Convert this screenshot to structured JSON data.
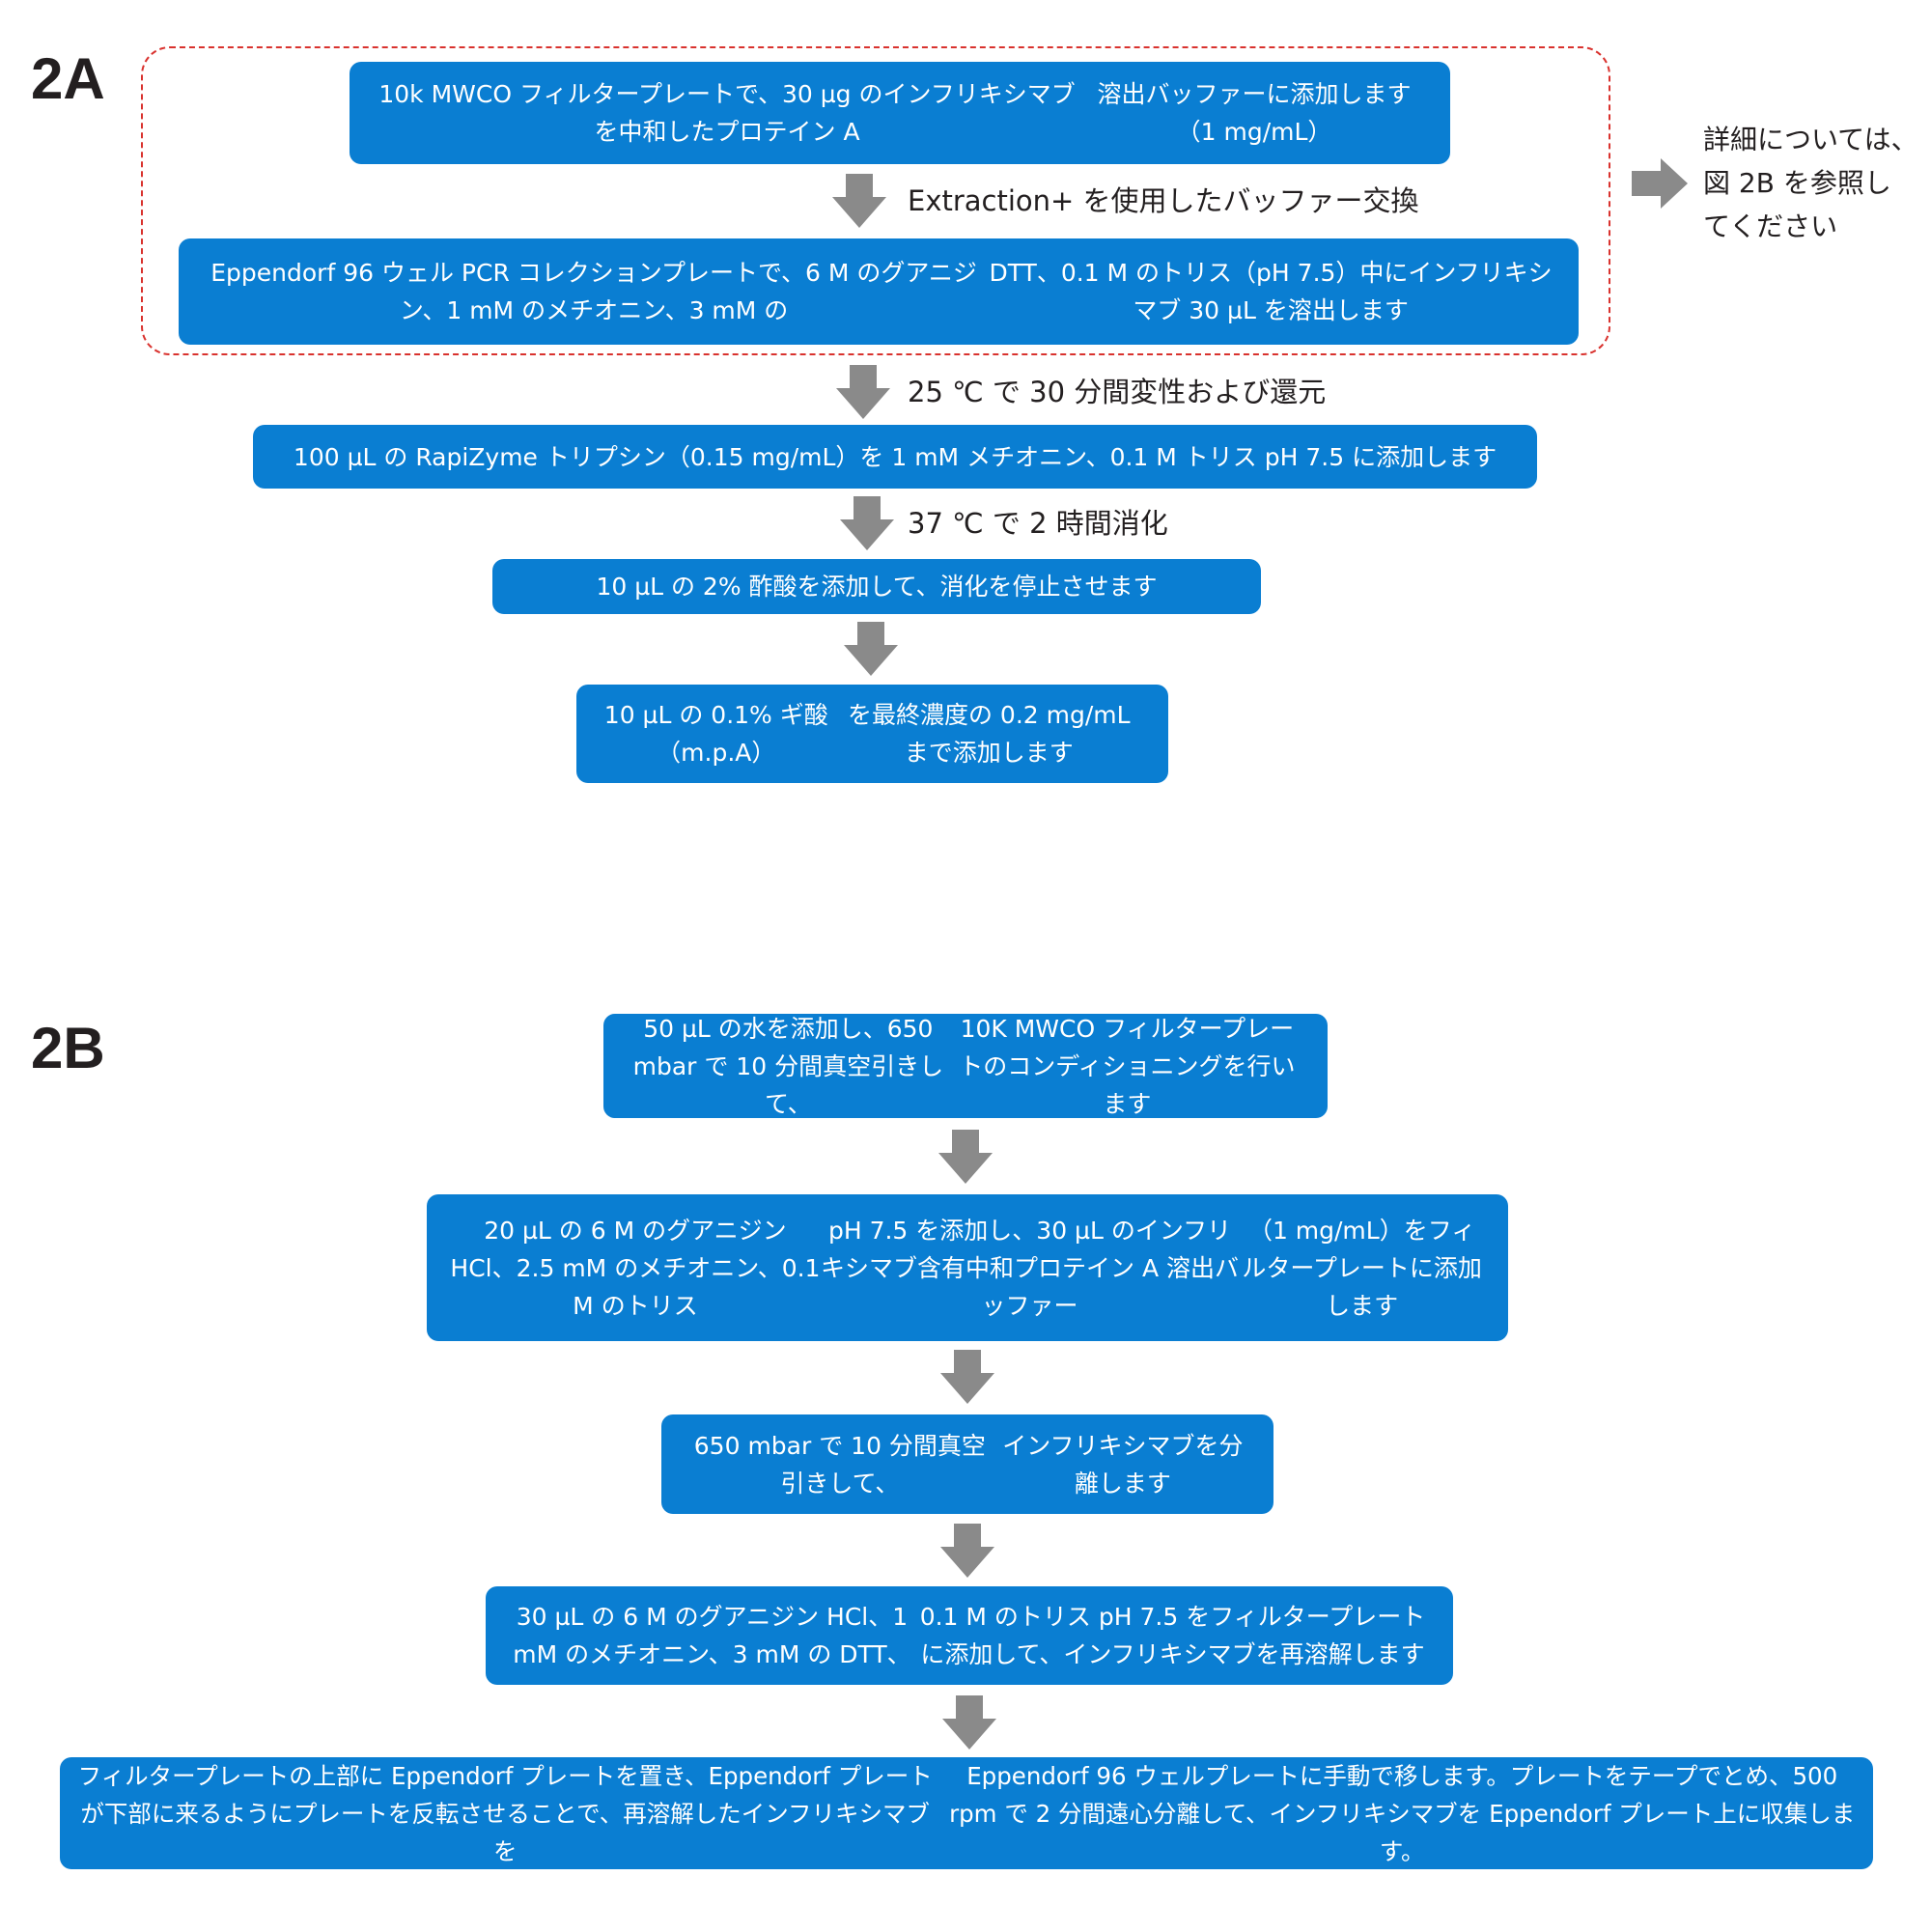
{
  "section_a": {
    "label": "2A",
    "steps": [
      {
        "lines": [
          "10k MWCO フィルタープレートで、30 µg のインフリキシマブを中和したプロテイン A",
          "溶出バッファーに添加します（1 mg/mL）"
        ]
      },
      {
        "lines": [
          "Eppendorf 96 ウェル PCR コレクションプレートで、6 M のグアニジン、1 mM のメチオニン、3 mM の",
          "DTT、0.1 M のトリス（pH 7.5）中にインフリキシマブ 30 µL を溶出します"
        ]
      },
      {
        "lines": [
          "100 µL の RapiZyme トリプシン（0.15 mg/mL）を 1 mM メチオニン、0.1 M トリス pH 7.5 に添加します"
        ]
      },
      {
        "lines": [
          "10 µL の 2% 酢酸を添加して、消化を停止させます"
        ]
      },
      {
        "lines": [
          "10 µL の 0.1% ギ酸（m.p.A）",
          "を最終濃度の 0.2 mg/mL まで添加します"
        ]
      }
    ],
    "arrow_notes": [
      "Extraction+ を使用したバッファー交換",
      "25 ℃ で 30 分間変性および還元",
      "37 ℃ で 2 時間消化"
    ],
    "side_note": [
      "詳細については、",
      "図 2B を参照し",
      "てください"
    ]
  },
  "section_b": {
    "label": "2B",
    "steps": [
      {
        "lines": [
          "50 µL の水を添加し、650 mbar で 10 分間真空引きして、",
          "10K MWCO フィルタープレートのコンディショニングを行います"
        ]
      },
      {
        "lines": [
          "20 µL の 6 M のグアニジン HCl、2.5 mM のメチオニン、0.1 M のトリス",
          "pH 7.5 を添加し、30 µL のインフリキシマブ含有中和プロテイン A 溶出バッファー",
          "（1 mg/mL）をフィルタープレートに添加します"
        ]
      },
      {
        "lines": [
          "650 mbar で 10 分間真空引きして、",
          "インフリキシマブを分離します"
        ]
      },
      {
        "lines": [
          "30 µL の 6 M のグアニジン HCl、1 mM のメチオニン、3 mM の DTT、",
          "0.1 M のトリス pH 7.5 をフィルタープレートに添加して、インフリキシマブを再溶解します"
        ]
      },
      {
        "lines": [
          "フィルタープレートの上部に Eppendorf プレートを置き、Eppendorf プレートが下部に来るようにプレートを反転させることで、再溶解したインフリキシマブを",
          "Eppendorf 96 ウェルプレートに手動で移します。プレートをテープでとめ、500 rpm で 2 分間遠心分離して、インフリキシマブを Eppendorf プレート上に収集します。"
        ]
      }
    ]
  },
  "colors": {
    "box": "#0a7ed2",
    "arrow": "#8a8a8a",
    "dashed_outline": "#d9322e",
    "label": "#231f20"
  },
  "icons": {
    "down_arrow": "down-arrow-icon",
    "right_arrow": "right-arrow-icon"
  }
}
